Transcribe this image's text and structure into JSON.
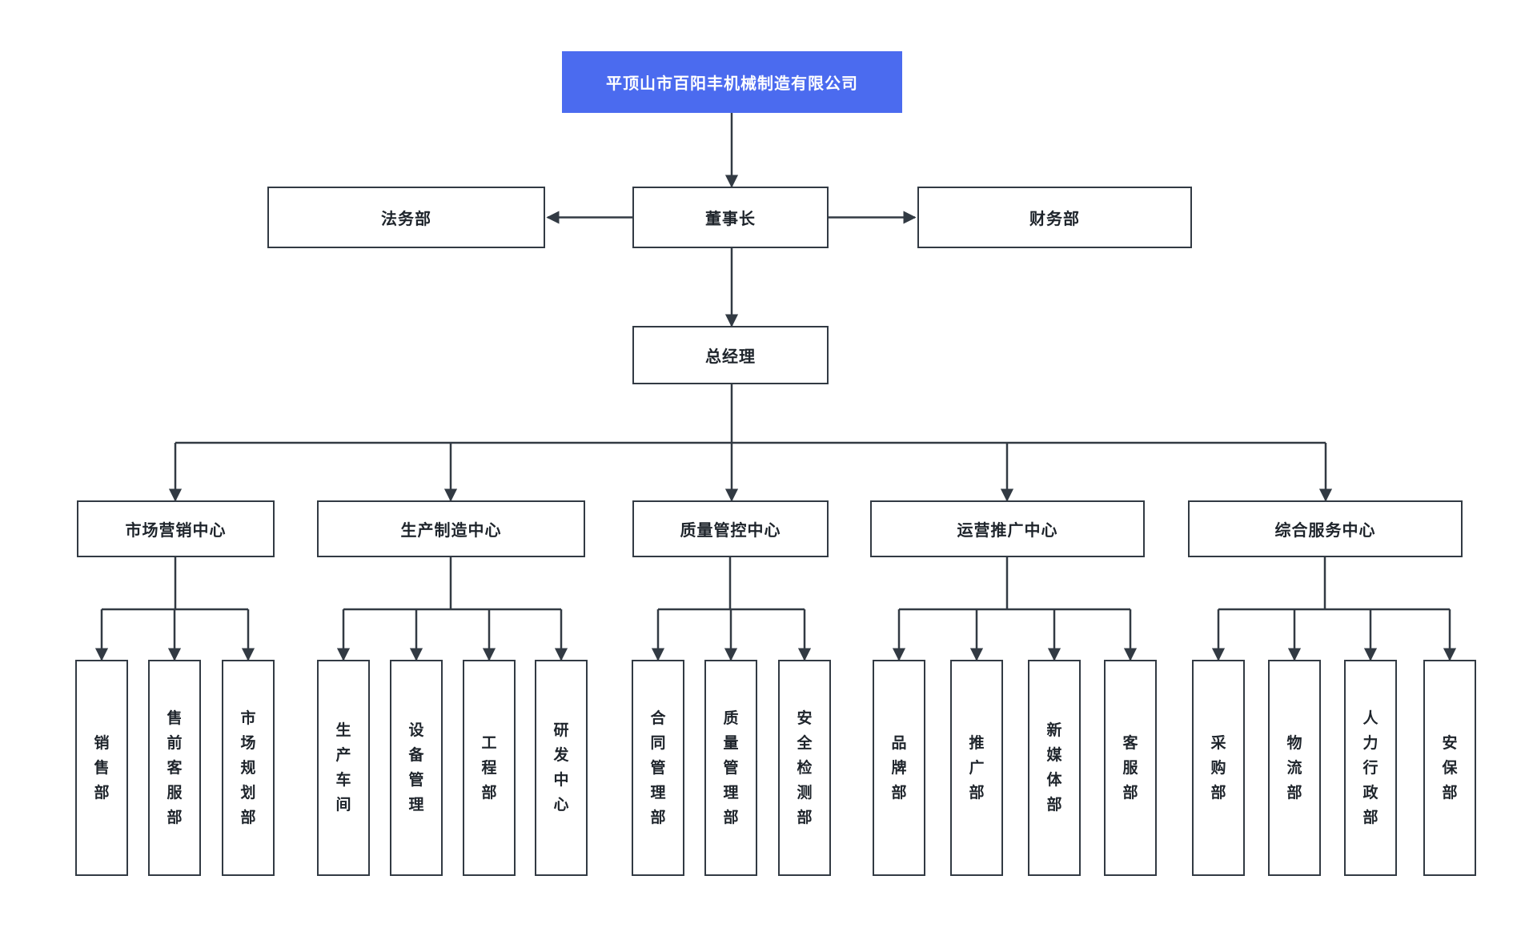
{
  "org_chart": {
    "colors": {
      "root_bg": "#4b6bef",
      "root_text": "#ffffff",
      "line": "#323a43",
      "node_bg": "#ffffff",
      "node_text": "#1e242b"
    },
    "root": {
      "label": "平顶山市百阳丰机械制造有限公司"
    },
    "level2": {
      "legal": "法务部",
      "chairman": "董事长",
      "finance": "财务部"
    },
    "general_manager": "总经理",
    "centers": [
      {
        "label": "市场营销中心",
        "departments": [
          "销售部",
          "售前客服部",
          "市场规划部"
        ]
      },
      {
        "label": "生产制造中心",
        "departments": [
          "生产车间",
          "设备管理",
          "工程部",
          "研发中心"
        ]
      },
      {
        "label": "质量管控中心",
        "departments": [
          "合同管理部",
          "质量管理部",
          "安全检测部"
        ]
      },
      {
        "label": "运营推广中心",
        "departments": [
          "品牌部",
          "推广部",
          "新媒体部",
          "客服部"
        ]
      },
      {
        "label": "综合服务中心",
        "departments": [
          "采购部",
          "物流部",
          "人力行政部",
          "安保部"
        ]
      }
    ]
  }
}
